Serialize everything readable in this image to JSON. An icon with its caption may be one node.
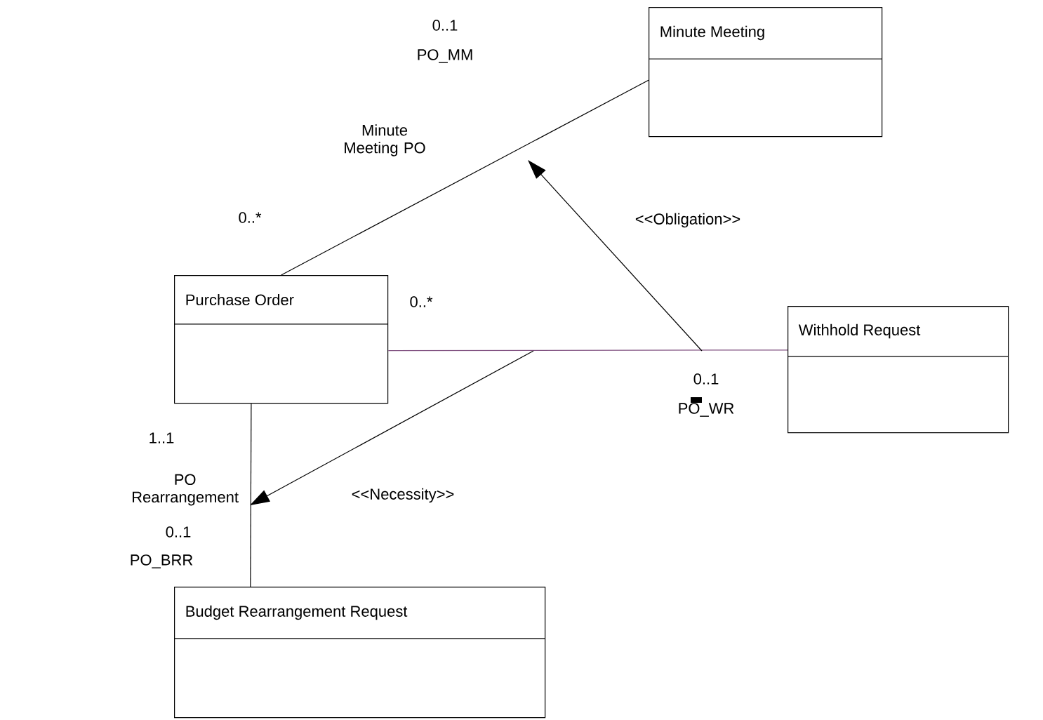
{
  "diagram": {
    "nodes": [
      {
        "text": [
          "Minute Meeting"
        ]
      },
      {
        "text": [
          "Purchase Order"
        ]
      },
      {
        "text": [
          "Withhold Request"
        ]
      },
      {
        "text": [
          "Budget Rearrangement  Request"
        ]
      }
    ],
    "edges": [
      {
        "from": 0,
        "to": 1,
        "arrow": "none",
        "label": "Minute Meeting PO"
      },
      {
        "from": 1,
        "to": 2,
        "arrow": "none",
        "color": "#7f4f7f"
      },
      {
        "from": 1,
        "to": 3,
        "arrow": "none",
        "label": "PO Rearrangement"
      }
    ],
    "labels": [
      "0..1",
      "PO_MM",
      "0..*",
      "<<Obligation>>",
      "0..*",
      "0..1",
      "PO_WR",
      "1..1",
      "<<Necessity>>",
      "0..1",
      "PO_BRR"
    ]
  }
}
